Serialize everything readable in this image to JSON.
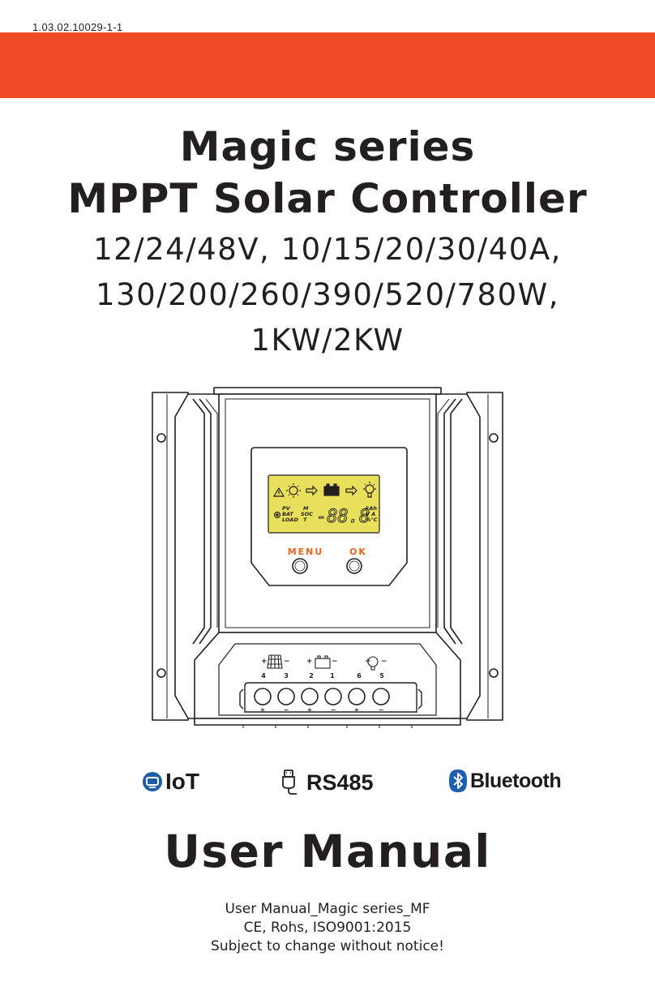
{
  "document": {
    "code": "1.03.02.10029-1-1",
    "title_line1": "Magic series",
    "title_line2": "MPPT Solar Controller",
    "spec_line1": "12/24/48V,  10/15/20/30/40A,",
    "spec_line2": "130/200/260/390/520/780W,",
    "spec_line3": "1KW/2KW",
    "manual_title": "User Manual",
    "footer_line1": "User Manual_Magic series_MF",
    "footer_line2": "CE, Rohs, ISO9001:2015",
    "footer_line3": "Subject to change without notice!"
  },
  "device": {
    "lcd": {
      "display_digits": "-88.8",
      "row_labels": [
        "PV",
        "BAT",
        "LOAD"
      ],
      "mid_labels": [
        "M",
        "SOC",
        "T"
      ],
      "unit_labels": [
        "kAh",
        "V A",
        "%°C"
      ]
    },
    "button_labels": {
      "menu": "MENU",
      "ok": "OK"
    },
    "terminal_numbers": [
      "4",
      "3",
      "2",
      "1",
      "6",
      "5"
    ],
    "terminal_polarity": [
      "+",
      "−",
      "+",
      "−",
      "+",
      "−"
    ]
  },
  "badges": {
    "iot": "IoT",
    "rs485": "RS485",
    "bluetooth": "Bluetooth"
  },
  "colors": {
    "brand_band": "#ee4a26",
    "lcd_background": "#e8e05a",
    "button_label": "#e6641e",
    "bluetooth_blue": "#1f5fb0",
    "iot_blue": "#1d5ca8",
    "text": "#231f20"
  },
  "icons": [
    "warning-icon",
    "sun-icon",
    "arrow-right-icon",
    "battery-icon",
    "bulb-icon",
    "gear-icon",
    "solar-panel-icon",
    "usb-icon",
    "bluetooth-icon",
    "iot-icon"
  ]
}
